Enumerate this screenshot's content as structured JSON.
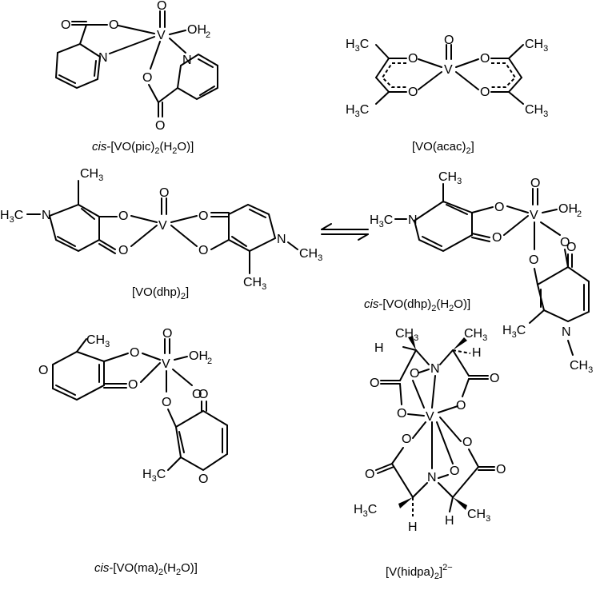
{
  "figure": {
    "atoms": {
      "O": "O",
      "N": "N",
      "V": "V",
      "H": "H",
      "OH2": "OH",
      "H2": "2",
      "CH3": "CH",
      "H3C": "H",
      "C": "C",
      "three": "3"
    },
    "captions": {
      "pic": {
        "cis": "cis",
        "main": "-[VO(pic)",
        "two": "2",
        "h2o": "(H",
        "h2": "2",
        "end": "O)]"
      },
      "acac": {
        "main": "[VO(acac)",
        "two": "2",
        "end": "]"
      },
      "dhp": {
        "main": "[VO(dhp)",
        "two": "2",
        "end": "]"
      },
      "dhp_h2o": {
        "cis": "cis",
        "main": "-[VO(dhp)",
        "two": "2",
        "h2o": "(H",
        "h2": "2",
        "end": "O)]"
      },
      "ma": {
        "cis": "cis",
        "main": "-[VO(ma)",
        "two": "2",
        "h2o": "(H",
        "h2": "2",
        "end": "O)]"
      },
      "hidpa": {
        "main": "[V(hidpa)",
        "two": "2",
        "end": "]",
        "charge": "2−"
      }
    }
  }
}
